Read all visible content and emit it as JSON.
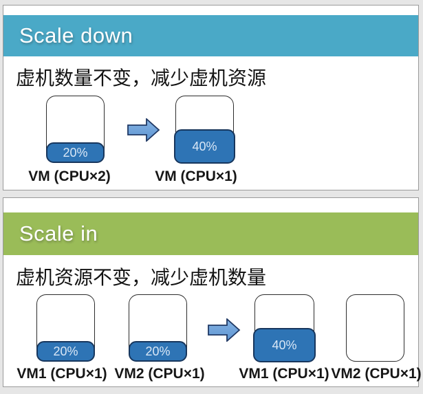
{
  "colors": {
    "page_bg": "#e6e6e6",
    "card_bg": "#ffffff",
    "card_border": "#9a9a9a",
    "scale_down_header_bg": "#4aa9c7",
    "scale_in_header_bg": "#9abc58",
    "vm_fill_blue": "#2e74b5",
    "vm_fill_border": "#17365d",
    "arrow_fill": "#6fa3dc",
    "arrow_border": "#1f3864",
    "percent_text": "#d9e7f6",
    "header_text": "#ffffff",
    "body_text": "#131313"
  },
  "panels": {
    "scale_down": {
      "title": "Scale down",
      "subtitle": "虚机数量不变，减少虚机资源",
      "before": {
        "label": "VM (CPU×2)",
        "percent": "20%"
      },
      "after": {
        "label": "VM (CPU×1)",
        "percent": "40%"
      }
    },
    "scale_in": {
      "title": "Scale in",
      "subtitle": "虚机资源不变，减少虚机数量",
      "before_vm1": {
        "label": "VM1 (CPU×1)",
        "percent": "20%"
      },
      "before_vm2": {
        "label": "VM2 (CPU×1)",
        "percent": "20%"
      },
      "after_vm1": {
        "label": "VM1 (CPU×1)",
        "percent": "40%"
      },
      "after_vm2": {
        "label": "VM2 (CPU×1)"
      }
    }
  }
}
